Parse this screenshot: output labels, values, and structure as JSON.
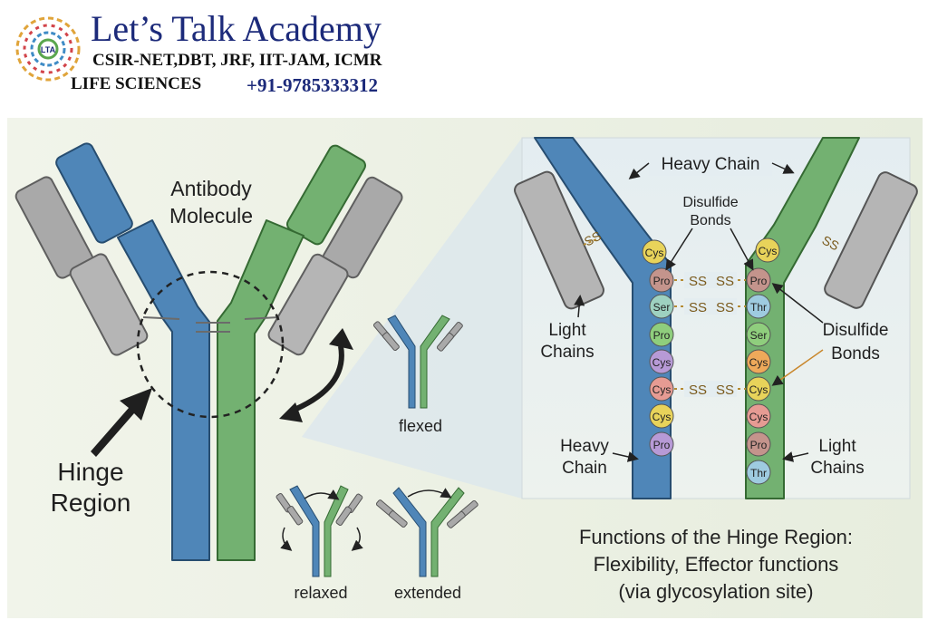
{
  "header": {
    "title": "Let’s Talk Academy",
    "subtitle": "CSIR-NET,DBT, JRF, IIT-JAM, ICMR",
    "program": "LIFE SCIENCES",
    "phone": "+91-9785333312",
    "logo_text": "LTA"
  },
  "colors": {
    "heavy_blue": "#4f86b8",
    "light_green": "#73b171",
    "light_chain_gray": "#a9a9a9",
    "panel_bg": "#eef2e6",
    "zoom_bg": "#e3eef3",
    "title_blue": "#1c2a7a"
  },
  "left_panel": {
    "molecule_label_line1": "Antibody",
    "molecule_label_line2": "Molecule",
    "hinge_label_line1": "Hinge",
    "hinge_label_line2": "Region",
    "states": {
      "flexed": "flexed",
      "relaxed": "relaxed",
      "extended": "extended"
    }
  },
  "zoom_panel": {
    "heavy_chain_top": "Heavy Chain",
    "disulfide_top_line1": "Disulfide",
    "disulfide_top_line2": "Bonds",
    "light_chains_line1": "Light",
    "light_chains_line2": "Chains",
    "disulfide_right_line1": "Disulfide",
    "disulfide_right_line2": "Bonds",
    "heavy_chain_bottom_line1": "Heavy",
    "heavy_chain_bottom_line2": "Chain",
    "light_chains_bottom_line1": "Light",
    "light_chains_bottom_line2": "Chains",
    "ss": "SS",
    "left_residues": [
      "Cys",
      "Pro",
      "Ser",
      "Pro",
      "Cys",
      "Cys",
      "Cys",
      "Pro"
    ],
    "right_residues": [
      "Cys",
      "Pro",
      "Thr",
      "Ser",
      "Cys",
      "Cys",
      "Cys",
      "Pro",
      "Thr"
    ]
  },
  "functions": {
    "line1": "Functions of the Hinge Region:",
    "line2": "Flexibility, Effector functions",
    "line3": "(via glycosylation site)"
  }
}
